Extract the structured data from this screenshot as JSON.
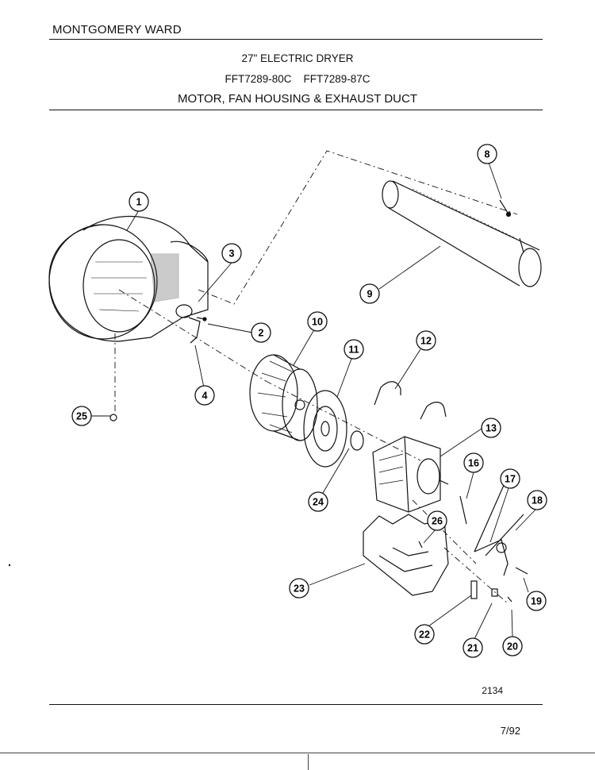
{
  "header": {
    "brand": "MONTGOMERY WARD",
    "title_line1": "27\" ELECTRIC DRYER",
    "title_line2": "FFT7289-80C    FFT7289-87C",
    "title_line3": "MOTOR, FAN HOUSING & EXHAUST DUCT"
  },
  "footer": {
    "figure_number": "2134",
    "date_code": "7/92"
  },
  "parts": [
    {
      "number": "1"
    },
    {
      "number": "2"
    },
    {
      "number": "3"
    },
    {
      "number": "4"
    },
    {
      "number": "8"
    },
    {
      "number": "9"
    },
    {
      "number": "10"
    },
    {
      "number": "11"
    },
    {
      "number": "12"
    },
    {
      "number": "13"
    },
    {
      "number": "16"
    },
    {
      "number": "17"
    },
    {
      "number": "18"
    },
    {
      "number": "19"
    },
    {
      "number": "20"
    },
    {
      "number": "21"
    },
    {
      "number": "22"
    },
    {
      "number": "23"
    },
    {
      "number": "24"
    },
    {
      "number": "25"
    },
    {
      "number": "26"
    }
  ]
}
